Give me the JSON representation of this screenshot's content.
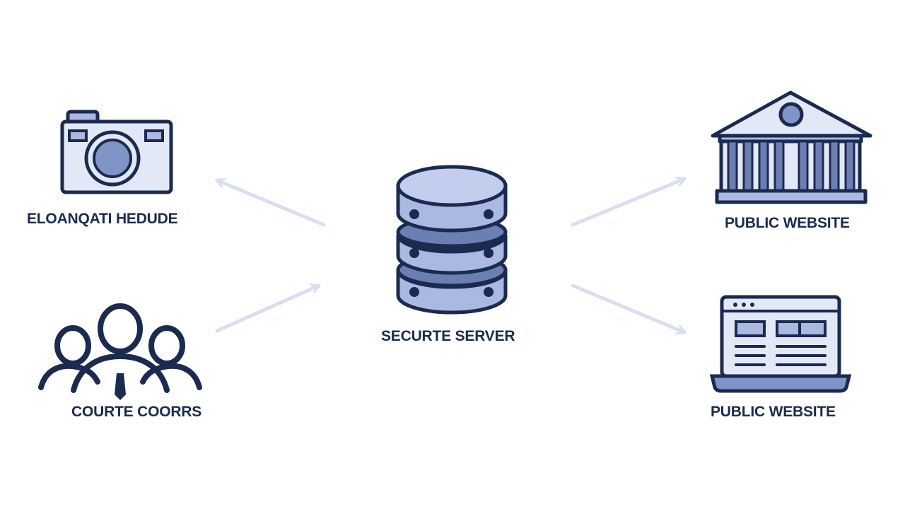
{
  "colors": {
    "stroke": "#1b2a4e",
    "fill_light": "#e3e8f6",
    "fill_mid": "#aab8e2",
    "fill_dark": "#6b7fb4",
    "arrow": "#d8dff0",
    "background": "#ffffff"
  },
  "nodes": {
    "camera": {
      "label": "ELOANQATI HEDUDE",
      "icon": "camera-icon"
    },
    "people": {
      "label": "COURTE COORRS",
      "icon": "people-icon"
    },
    "server": {
      "label": "SECURTE SERVER",
      "icon": "database-server-icon"
    },
    "building": {
      "label": "PUBLIC WEBSITE",
      "icon": "courthouse-icon"
    },
    "laptop": {
      "label": "PUBLIC WEBSITE",
      "icon": "laptop-icon"
    }
  },
  "edges": [
    {
      "from": "server",
      "to": "camera"
    },
    {
      "from": "people",
      "to": "server"
    },
    {
      "from": "server",
      "to": "building"
    },
    {
      "from": "server",
      "to": "laptop"
    }
  ]
}
